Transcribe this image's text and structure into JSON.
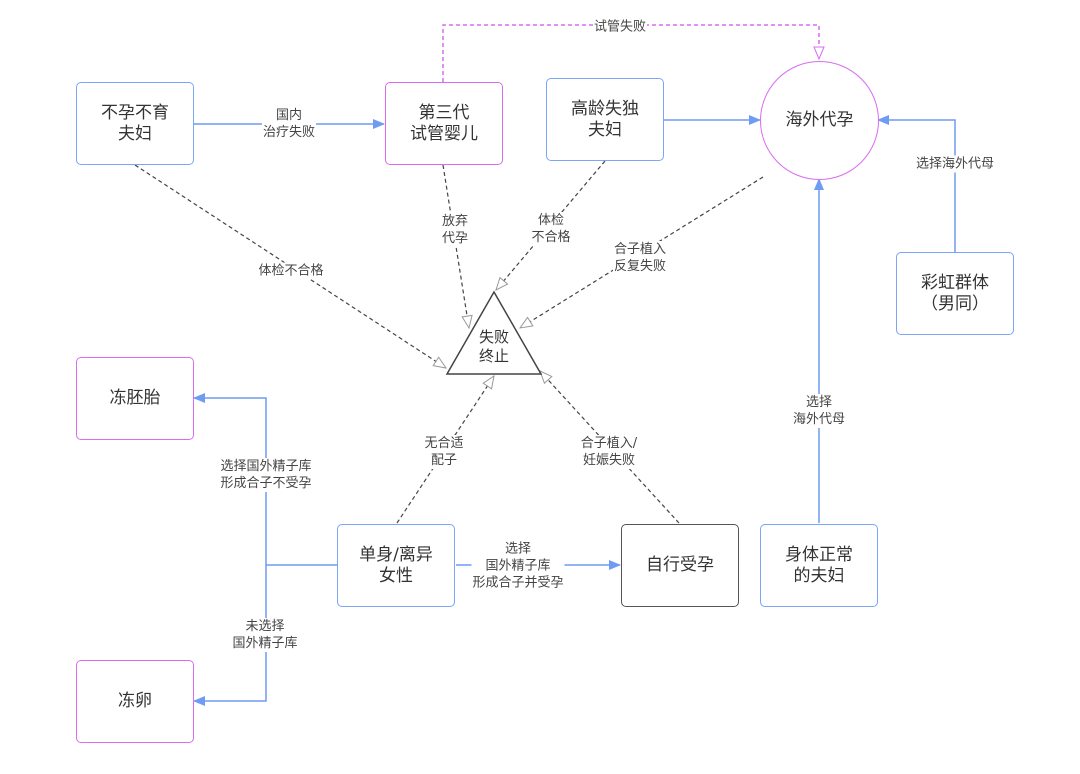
{
  "nodes": {
    "infertile_couple": "不孕不育\n夫妇",
    "ivf_third_gen": "第三代\n试管婴儿",
    "elderly_bereaved": "高龄失独\n夫妇",
    "overseas_surrogacy": "海外代孕",
    "rainbow_group": "彩虹群体\n（男同）",
    "failure_end": "失败\n终止",
    "frozen_embryo": "冻胚胎",
    "frozen_egg": "冻卵",
    "single_divorced_women": "单身/离异\n女性",
    "self_pregnancy": "自行受孕",
    "healthy_couple": "身体正常\n的夫妇"
  },
  "edges": {
    "domestic_treatment_failed": "国内\n治疗失败",
    "ivf_failed": "试管失败",
    "choose_overseas_surrogate_rainbow": "选择海外代母",
    "medical_check_failed_1": "体检不合格",
    "abandon_surrogacy": "放弃\n代孕",
    "medical_check_failed_2": "体检\n不合格",
    "implant_repeated_failure": "合子植入\n反复失败",
    "choose_overseas_surrogate_healthy": "选择\n海外代母",
    "no_suitable_match": "无合适\n配子",
    "implant_pregnancy_failure": "合子植入/\n妊娠失败",
    "choose_foreign_bank_no_pregnancy": "选择国外精子库\n形成合子不受孕",
    "choose_foreign_bank_pregnant": "选择\n国外精子库\n形成合子并受孕",
    "no_foreign_bank": "未选择\n国外精子库"
  },
  "colors": {
    "blue_border": "#7aa6f5",
    "pink_border": "#d96cf0",
    "dark_border": "#555555",
    "arrow_blue": "#6f9cf2",
    "dashed_gray": "#444444"
  }
}
